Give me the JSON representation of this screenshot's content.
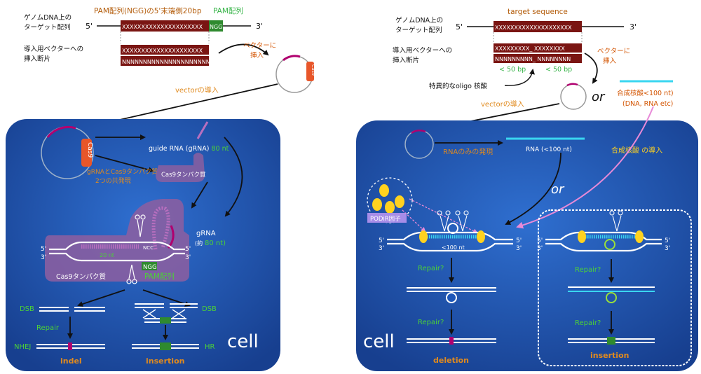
{
  "colors": {
    "panel_blue": "#1d56b8",
    "panel_blue_light": "#2f6fd0",
    "dark_red": "#7a1512",
    "pam_green": "#2f8a2f",
    "label_orange": "#e08a1e",
    "label_green": "#4cd137",
    "yellow": "#ffd21f",
    "cyan": "#3ad6f0",
    "pink": "#e88ad8",
    "magenta": "#b0006f",
    "cas9_orange": "#e8562a",
    "purple": "#8b5fa0",
    "lavender": "#a78de8"
  },
  "left": {
    "genome_label": [
      "ゲノムDNA上の",
      "ターゲット配列"
    ],
    "pam_title": "PAM配列(NGG)の5'末端側20bp",
    "pam_label": "PAM配列",
    "five_prime": "5'",
    "three_prime": "3'",
    "target_x": "XXXXXXXXXXXXXXXXXXXXX",
    "ngg": "NGG",
    "insert_label": [
      "導入用ベクターへの",
      "挿入断片"
    ],
    "insert_x": "XXXXXXXXXXXXXXXXXXXXX",
    "insert_n": "NNNNNNNNNNNNNNNNNNNNN",
    "vector_insert_label": [
      "ベクターに",
      "挿入"
    ],
    "cas9_label": "Cas9",
    "vector_intro": "vectorの導入",
    "grna_label": "guide RNA (gRNA)",
    "grna_len": "80 nt",
    "coexpress": [
      "gRNAとCas9タンパク質",
      "2つの共発現"
    ],
    "cas9_protein": "Cas9タンパク質",
    "grna2_label": "gRNA",
    "grna2_approx": "(約",
    "grna2_len": "80 nt)",
    "ncc": "NCC",
    "ngg2": "NGG",
    "pam2": "PAM配列",
    "twenty_nt": "20 nt",
    "cas9_protein2": "Cas9タンパク質",
    "end_5": "5'",
    "end_3": "3'",
    "dsb": "DSB",
    "repair": "Repair",
    "nhej": "NHEJ",
    "hr": "HR",
    "indel": "indel",
    "insertion": "insertion",
    "cell": "cell"
  },
  "right": {
    "genome_label": [
      "ゲノムDNA上の",
      "ターゲット配列"
    ],
    "target_seq": "target sequence",
    "five_prime": "5'",
    "three_prime": "3'",
    "target_x": "XXXXXXXXXXXXXXXXXXXX",
    "insert_label": [
      "導入用ベクターへの",
      "挿入断片"
    ],
    "oligo_x": "XXXXXXXXX_ XXXXXXXX",
    "oligo_n": "NNNNNNNNN_ NNNNNNNN",
    "lt50_a": "< 50 bp",
    "lt50_b": "< 50 bp",
    "specific_oligo": "特異的なoligo 核酸",
    "vector_insert_label": [
      "ベクターに",
      "挿入"
    ],
    "or_1": "or",
    "synth_label": [
      "合成核酸<100 nt)",
      "(DNA, RNA etc)"
    ],
    "vector_intro": "vectorの導入",
    "rna_only": "RNAのみの発現",
    "rna_label": "RNA (<100 nt)",
    "synth_intro": "合成核酸 の導入",
    "or_2": "or",
    "podir": "PODiR因子",
    "lt100": "<100 nt",
    "end_5": "5'",
    "end_3": "3'",
    "repair_q": "Repair?",
    "deletion": "deletion",
    "insertion": "insertion",
    "cell": "cell"
  }
}
